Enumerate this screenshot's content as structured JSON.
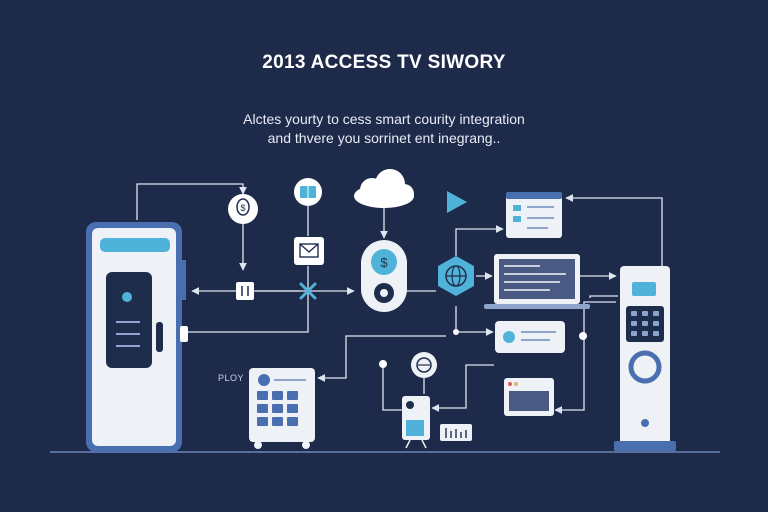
{
  "diagram": {
    "title": "2013 ACCESS TV SIWORY",
    "subtitle_line1": "Alctes yourty to cess smart courity integration",
    "subtitle_line2": "and thvere you sorrinet ent inegrang..",
    "side_label": "PLOY",
    "nodes": [
      {
        "name": "access-kiosk",
        "icon": "kiosk-terminal"
      },
      {
        "name": "coin-bulb",
        "icon": "lightbulb-dollar-icon"
      },
      {
        "name": "book-node",
        "icon": "book-icon"
      },
      {
        "name": "cloud-node",
        "icon": "cloud-icon"
      },
      {
        "name": "play-node",
        "icon": "play-icon"
      },
      {
        "name": "mail-node",
        "icon": "envelope-icon"
      },
      {
        "name": "payment-hub",
        "icon": "dollar-lock-icon"
      },
      {
        "name": "network-hex",
        "icon": "globe-hex-icon"
      },
      {
        "name": "laptop-node",
        "icon": "laptop-icon"
      },
      {
        "name": "dashboard-card",
        "icon": "browser-window-icon"
      },
      {
        "name": "chat-card",
        "icon": "message-card-icon"
      },
      {
        "name": "keypad-device",
        "icon": "keypad-panel-icon"
      },
      {
        "name": "card-reader",
        "icon": "card-reader-icon"
      },
      {
        "name": "chart-node",
        "icon": "bar-chart-icon"
      },
      {
        "name": "browser-small",
        "icon": "browser-small-icon"
      },
      {
        "name": "right-terminal",
        "icon": "pin-terminal-icon"
      }
    ],
    "colors": {
      "background": "#1e2a4a",
      "line": "#dfe5ef",
      "accent": "#4fb3d9",
      "device_blue": "#4a6fb0",
      "panel": "#eef1f6",
      "dark_panel": "#1f2d4d",
      "floor": "#6a84b8"
    }
  }
}
